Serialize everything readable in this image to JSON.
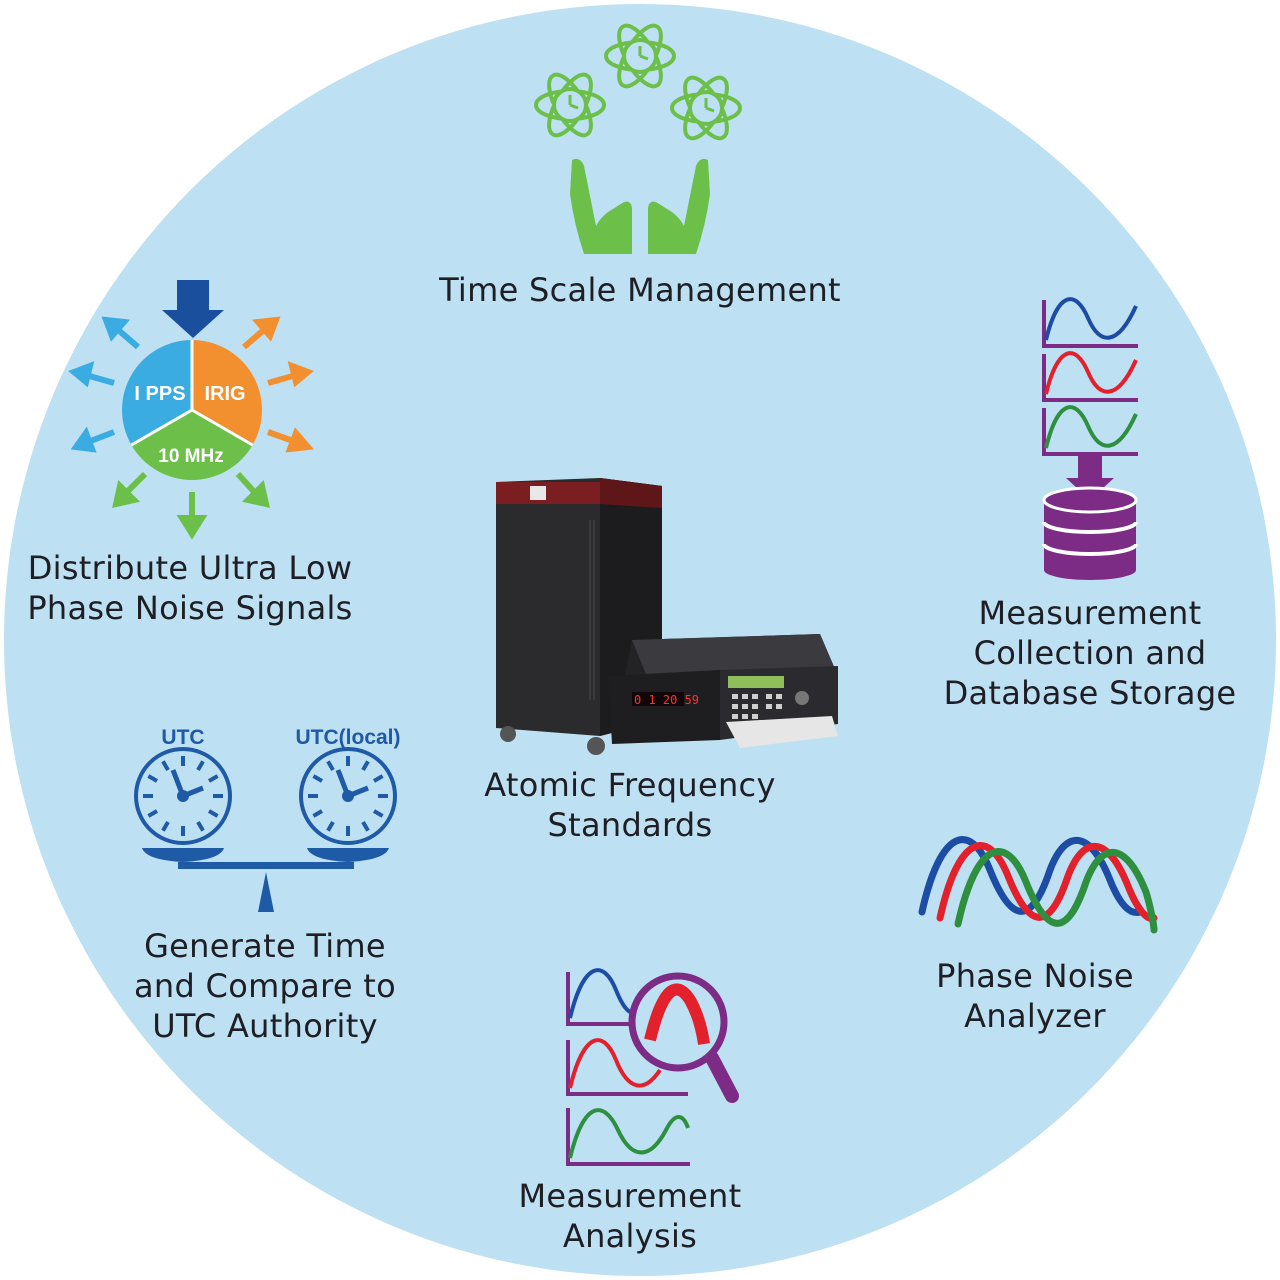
{
  "colors": {
    "circle_fill": "#bde0f3",
    "green": "#6cc04a",
    "blue_signal": "#3aace2",
    "orange_signal": "#f2902f",
    "navy_arrow": "#1a4f9e",
    "utc_blue": "#1f5aa6",
    "purple": "#7d2c86",
    "wave_blue": "#1c4ca3",
    "wave_red": "#e2212c",
    "wave_green": "#2e8f3f"
  },
  "nodes": {
    "time_scale": {
      "icon": "atom-clocks-in-hands-icon",
      "lines": [
        "Time Scale Management"
      ]
    },
    "distribute": {
      "icon": "signal-distribution-icon",
      "segments": {
        "pps": "I PPS",
        "irig": "IRIG",
        "mhz": "10 MHz"
      },
      "lines": [
        "Distribute Ultra Low",
        "Phase Noise Signals"
      ]
    },
    "database": {
      "icon": "waves-to-database-icon",
      "lines": [
        "Measurement",
        "Collection and",
        "Database Storage"
      ]
    },
    "atomic": {
      "icon": "atomic-frequency-standard-equipment-icon",
      "display_text": "0 1 20 59",
      "lines": [
        "Atomic Frequency",
        "Standards"
      ]
    },
    "utc": {
      "icon": "clock-balance-icon",
      "clock_left_label": "UTC",
      "clock_right_label": "UTC(local)",
      "lines": [
        "Generate Time",
        "and Compare to",
        "UTC Authority"
      ]
    },
    "phase_noise": {
      "icon": "overlapping-waves-icon",
      "lines": [
        "Phase Noise",
        "Analyzer"
      ]
    },
    "analysis": {
      "icon": "waves-with-magnifier-icon",
      "lines": [
        "Measurement",
        "Analysis"
      ]
    }
  }
}
